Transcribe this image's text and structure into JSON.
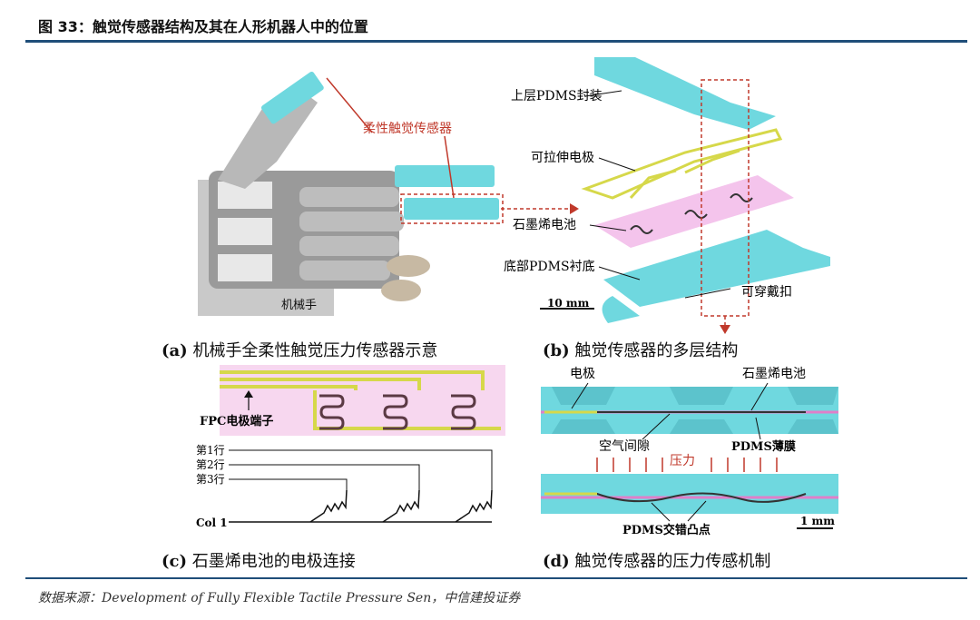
{
  "header": {
    "title": "图 33：触觉传感器结构及其在人形机器人中的位置"
  },
  "footer": {
    "source": "数据来源：Development of Fully Flexible Tactile Pressure Sen，中信建投证券"
  },
  "panel_a": {
    "caption_tag": "(a)",
    "caption_text": "机械手全柔性触觉压力传感器示意",
    "label_sensor": "柔性触觉传感器",
    "label_hand": "机械手"
  },
  "panel_b": {
    "caption_tag": "(b)",
    "caption_text": "触觉传感器的多层结构",
    "label_top": "上层PDMS封装",
    "label_electrode": "可拉伸电极",
    "label_graphene": "石墨烯电池",
    "label_bottom": "底部PDMS衬底",
    "label_wearable": "可穿戴扣",
    "scale": "10 mm"
  },
  "panel_c": {
    "caption_tag": "(c)",
    "caption_text": "石墨烯电池的电极连接",
    "label_fpc": "FPC电极端子",
    "row1": "第1行",
    "row2": "第2行",
    "row3": "第3行",
    "col": "Col 1"
  },
  "panel_d": {
    "caption_tag": "(d)",
    "caption_text": "触觉传感器的压力传感机制",
    "label_electrode": "电极",
    "label_graphene": "石墨烯电池",
    "label_air": "空气间隙",
    "label_film": "PDMS薄膜",
    "label_pressure": "压力",
    "label_bumps": "PDMS交错凸点",
    "scale": "1 mm"
  },
  "colors": {
    "accent_rule": "#1f4e79",
    "cyan": "#6fd8df",
    "pink": "#f4c4ec",
    "yellow": "#d6d84a",
    "red": "#c0392b"
  }
}
